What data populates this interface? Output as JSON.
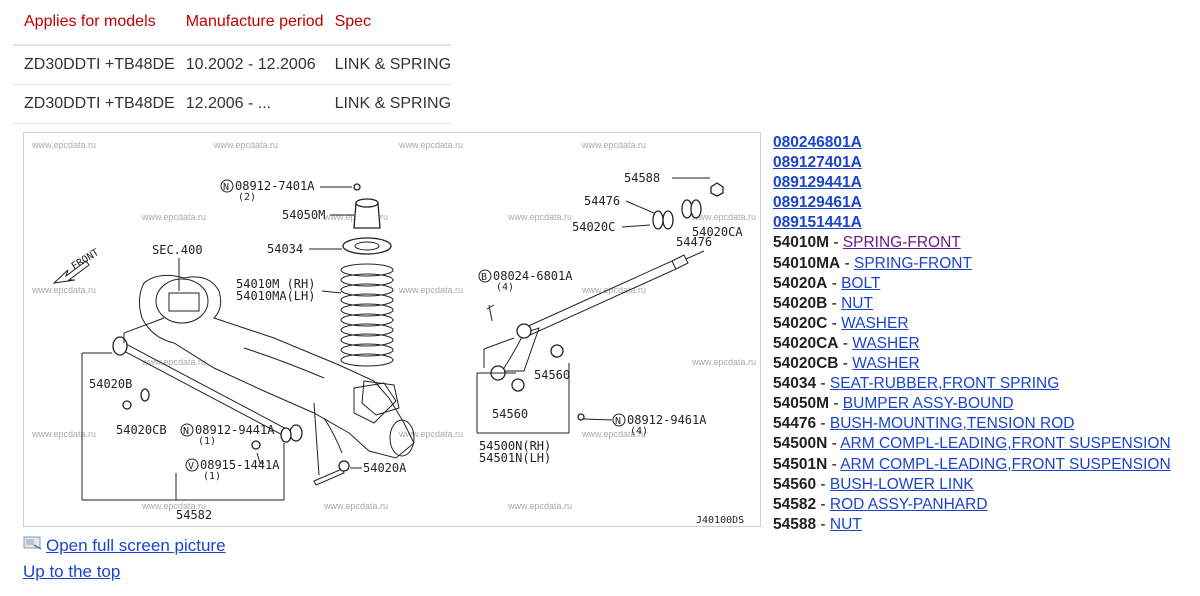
{
  "models_table": {
    "headers": [
      "Applies for models",
      "Manufacture period",
      "Spec"
    ],
    "rows": [
      [
        "ZD30DDTI +TB48DE",
        "10.2002 - 12.2006",
        "LINK & SPRING"
      ],
      [
        "ZD30DDTI +TB48DE",
        "12.2006 - ...",
        "LINK & SPRING"
      ]
    ]
  },
  "diagram": {
    "watermark": "www.epcdata.ru",
    "labels": {
      "n08912_7401a": "08912-7401A",
      "q2": "(2)",
      "p54050m": "54050M",
      "p54034": "54034",
      "front": "FRONT",
      "sec400": "SEC.400",
      "p54010m_rh": "54010M (RH)",
      "p54010ma_lh": "54010MA(LH)",
      "p54588": "54588",
      "p54476a": "54476",
      "p54020c": "54020C",
      "p54020ca": "54020CA",
      "p54476b": "54476",
      "b08024_6801a": "08024-6801A",
      "q4a": "(4)",
      "p54560a": "54560",
      "p54560b": "54560",
      "p54500n": "54500N(RH)",
      "p54501n": "54501N(LH)",
      "n08912_9461a": "08912-9461A",
      "q4b": "(4)",
      "p54020b": "54020B",
      "p54020cb": "54020CB",
      "n08912_9441a": "08912-9441A",
      "q1a": "(1)",
      "v08915_1441a": "08915-1441A",
      "q1b": "(1)",
      "p54020a": "54020A",
      "p54582": "54582",
      "ref": "J40100DS",
      "circle_n": "N",
      "circle_b": "B",
      "circle_v": "V"
    }
  },
  "parts": [
    {
      "num": "080246801A",
      "num_link": true
    },
    {
      "num": "089127401A",
      "num_link": true
    },
    {
      "num": "089129441A",
      "num_link": true
    },
    {
      "num": "089129461A",
      "num_link": true
    },
    {
      "num": "089151441A",
      "num_link": true
    },
    {
      "num": "54010M",
      "sep": " - ",
      "name": "SPRING-FRONT",
      "visited": true
    },
    {
      "num": "54010MA",
      "sep": " - ",
      "name": "SPRING-FRONT"
    },
    {
      "num": "54020A",
      "sep": " - ",
      "name": "BOLT"
    },
    {
      "num": "54020B",
      "sep": " - ",
      "name": "NUT"
    },
    {
      "num": "54020C",
      "sep": " - ",
      "name": "WASHER"
    },
    {
      "num": "54020CA",
      "sep": " - ",
      "name": "WASHER"
    },
    {
      "num": "54020CB",
      "sep": " - ",
      "name": "WASHER"
    },
    {
      "num": "54034",
      "sep": " - ",
      "name": "SEAT-RUBBER,FRONT SPRING"
    },
    {
      "num": "54050M",
      "sep": " - ",
      "name": "BUMPER ASSY-BOUND"
    },
    {
      "num": "54476",
      "sep": " - ",
      "name": "BUSH-MOUNTING,TENSION ROD"
    },
    {
      "num": "54500N",
      "sep": " - ",
      "name": "ARM COMPL-LEADING,FRONT SUSPENSION"
    },
    {
      "num": "54501N",
      "sep": " - ",
      "name": "ARM COMPL-LEADING,FRONT SUSPENSION"
    },
    {
      "num": "54560",
      "sep": " - ",
      "name": "BUSH-LOWER LINK"
    },
    {
      "num": "54582",
      "sep": " - ",
      "name": "ROD ASSY-PANHARD"
    },
    {
      "num": "54588",
      "sep": " - ",
      "name": "NUT"
    }
  ],
  "links": {
    "fullscreen": "Open full screen picture",
    "uptop": "Up to the top",
    "icon": "zoom-icon"
  },
  "colors": {
    "header_red": "#c00000",
    "link_blue": "#1a44cc",
    "visited_purple": "#6b1a8c"
  }
}
